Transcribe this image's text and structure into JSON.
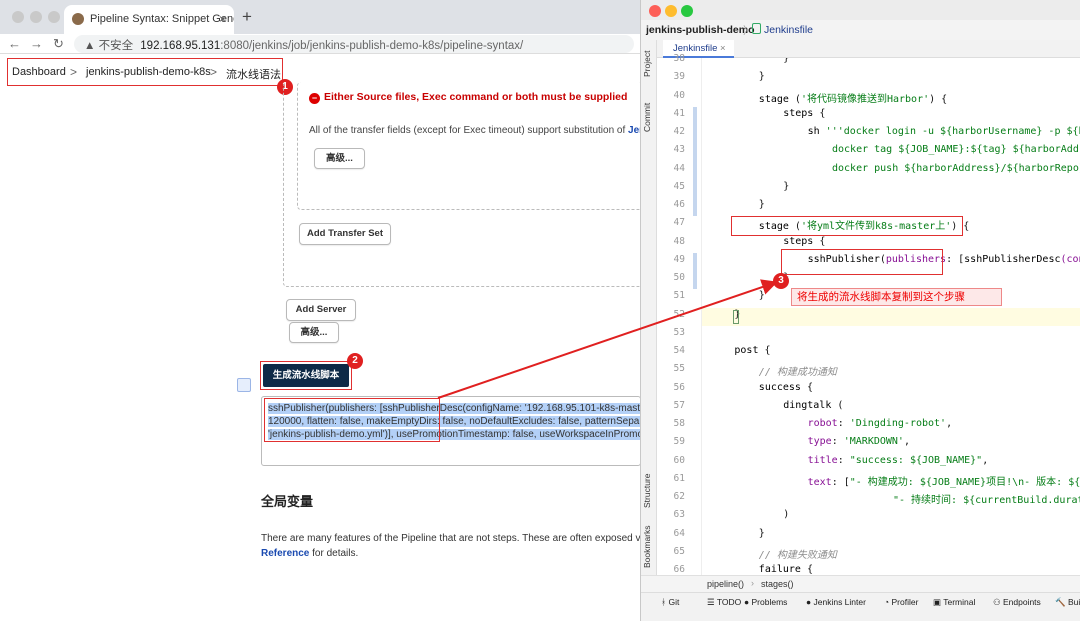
{
  "browser": {
    "tab_title": "Pipeline Syntax: Snippet Gene",
    "tab_close": "×",
    "new_tab": "+",
    "address": {
      "security": "▲ 不安全",
      "host": "192.168.95.131",
      "path": ":8080/jenkins/job/jenkins-publish-demo-k8s/pipeline-syntax/"
    },
    "breadcrumbs": [
      "Dashboard",
      "jenkins-publish-demo-k8s",
      "流水线语法"
    ],
    "breadcrumb_separator": ">"
  },
  "page": {
    "error": "Either Source files, Exec command or both must be supplied",
    "transfer_note": "All of the transfer fields (except for Exec timeout) support substitution of ",
    "transfer_note_link": "Jenki",
    "advanced_label": "高级...",
    "add_transfer_set": "Add Transfer Set",
    "add_server": "Add Server",
    "advanced_label_2": "高级...",
    "generate_button": "生成流水线脚本",
    "output_lines": [
      "sshPublisher(publishers: [sshPublisherDesc(configName: '192.168.95.101-k8s-maste",
      "120000, flatten: false, makeEmptyDirs: false, noDefaultExcludes: false, patternSepar",
      "'jenkins-publish-demo.yml')], usePromotionTimestamp: false, useWorkspaceInPromo"
    ],
    "global_vars_heading": "全局变量",
    "features_text": "There are many features of the Pipeline that are not steps. These are often exposed via g",
    "features_link": "Reference",
    "features_text_2": " for details."
  },
  "annotations": {
    "badge_1": "1",
    "badge_2": "2",
    "badge_3": "3",
    "note_3": "将生成的流水线脚本复制到这个步骤"
  },
  "ide": {
    "project_name": "jenkins-publish-demo",
    "file_crumb": "Jenkinsfile",
    "tab_label": "Jenkinsfile",
    "tab_close": "×",
    "side_labels": [
      "Project",
      "Commit",
      "Structure",
      "Bookmarks"
    ],
    "line_numbers": [
      "38",
      "39",
      "40",
      "41",
      "42",
      "43",
      "44",
      "45",
      "46",
      "47",
      "48",
      "49",
      "50",
      "51",
      "52",
      "53",
      "54",
      "55",
      "56",
      "57",
      "58",
      "59",
      "60",
      "61",
      "62",
      "63",
      "64",
      "65",
      "66"
    ],
    "code_breadcrumb": [
      "pipeline()",
      "stages()"
    ],
    "status_items": [
      "Git",
      "TODO",
      "Problems",
      "Jenkins Linter",
      "Profiler",
      "Terminal",
      "Endpoints",
      "Buil"
    ],
    "colors": {
      "string": "#067d17",
      "comment": "#8c8c8c",
      "param": "#871094",
      "accent": "#e03030"
    }
  },
  "code_lines": [
    {
      "indent": 12,
      "tokens": [
        [
          "}",
          ""
        ]
      ]
    },
    {
      "indent": 8,
      "tokens": [
        [
          "}",
          ""
        ]
      ]
    },
    {
      "indent": 8,
      "tokens": [
        [
          "stage",
          "kw"
        ],
        [
          " (",
          ""
        ],
        [
          "'将代码镜像推送到Harbor'",
          "st"
        ],
        [
          ") {",
          ""
        ]
      ]
    },
    {
      "indent": 12,
      "tokens": [
        [
          "steps",
          "kw"
        ],
        [
          " {",
          ""
        ]
      ]
    },
    {
      "indent": 16,
      "tokens": [
        [
          "sh",
          "kw"
        ],
        [
          " ",
          ""
        ],
        [
          "'''docker login -u ${harborUsername} -p ${ha",
          "st"
        ]
      ]
    },
    {
      "indent": 20,
      "tokens": [
        [
          "docker tag ${JOB_NAME}:${tag} ${harborAddre",
          "st"
        ]
      ]
    },
    {
      "indent": 20,
      "tokens": [
        [
          "docker push ${harborAddress}/${harborRepo}/",
          "st"
        ]
      ]
    },
    {
      "indent": 12,
      "tokens": [
        [
          "}",
          ""
        ]
      ]
    },
    {
      "indent": 8,
      "tokens": [
        [
          "}",
          ""
        ]
      ]
    },
    {
      "indent": 8,
      "tokens": [
        [
          "stage",
          "kw"
        ],
        [
          " (",
          ""
        ],
        [
          "'将yml文件传到k8s-master上'",
          "st"
        ],
        [
          ") {",
          ""
        ]
      ]
    },
    {
      "indent": 12,
      "tokens": [
        [
          "steps",
          "kw"
        ],
        [
          " {",
          ""
        ]
      ]
    },
    {
      "indent": 16,
      "tokens": [
        [
          "sshPublisher",
          "kw"
        ],
        [
          "(",
          ""
        ],
        [
          "publishers",
          "pm"
        ],
        [
          ": [",
          ""
        ],
        [
          "sshPublisherDesc",
          "kw"
        ],
        [
          "(con",
          "pm"
        ]
      ]
    },
    {
      "indent": 12,
      "tokens": [
        [
          "}",
          ""
        ]
      ]
    },
    {
      "indent": 8,
      "tokens": [
        [
          "}",
          ""
        ]
      ]
    },
    {
      "indent": 4,
      "tokens": [
        [
          "}",
          ""
        ]
      ]
    },
    {
      "indent": 0,
      "tokens": [
        [
          "",
          ""
        ]
      ]
    },
    {
      "indent": 4,
      "tokens": [
        [
          "post",
          "kw"
        ],
        [
          " {",
          ""
        ]
      ]
    },
    {
      "indent": 8,
      "tokens": [
        [
          "// 构建成功通知",
          "cm"
        ]
      ]
    },
    {
      "indent": 8,
      "tokens": [
        [
          "success",
          "kw"
        ],
        [
          " {",
          ""
        ]
      ]
    },
    {
      "indent": 12,
      "tokens": [
        [
          "dingtalk",
          "kw"
        ],
        [
          " (",
          ""
        ]
      ]
    },
    {
      "indent": 16,
      "tokens": [
        [
          "robot",
          "pm"
        ],
        [
          ": ",
          ""
        ],
        [
          "'Dingding-robot'",
          "st"
        ],
        [
          ",",
          ""
        ]
      ]
    },
    {
      "indent": 16,
      "tokens": [
        [
          "type",
          "pm"
        ],
        [
          ": ",
          ""
        ],
        [
          "'MARKDOWN'",
          "st"
        ],
        [
          ",",
          ""
        ]
      ]
    },
    {
      "indent": 16,
      "tokens": [
        [
          "title",
          "pm"
        ],
        [
          ": ",
          ""
        ],
        [
          "\"success: ${JOB_NAME}\"",
          "st"
        ],
        [
          ",",
          ""
        ]
      ]
    },
    {
      "indent": 16,
      "tokens": [
        [
          "text",
          "pm"
        ],
        [
          ": [",
          ""
        ],
        [
          "\"- 构建成功: ${JOB_NAME}项目!\\n- 版本: ${t",
          "st"
        ]
      ]
    },
    {
      "indent": 30,
      "tokens": [
        [
          "\"- 持续时间: ${currentBuild.durat",
          "st"
        ]
      ]
    },
    {
      "indent": 12,
      "tokens": [
        [
          ")",
          ""
        ]
      ]
    },
    {
      "indent": 8,
      "tokens": [
        [
          "}",
          ""
        ]
      ]
    },
    {
      "indent": 8,
      "tokens": [
        [
          "// 构建失败通知",
          "cm"
        ]
      ]
    },
    {
      "indent": 8,
      "tokens": [
        [
          "failure",
          "kw"
        ],
        [
          " {",
          ""
        ]
      ]
    }
  ]
}
